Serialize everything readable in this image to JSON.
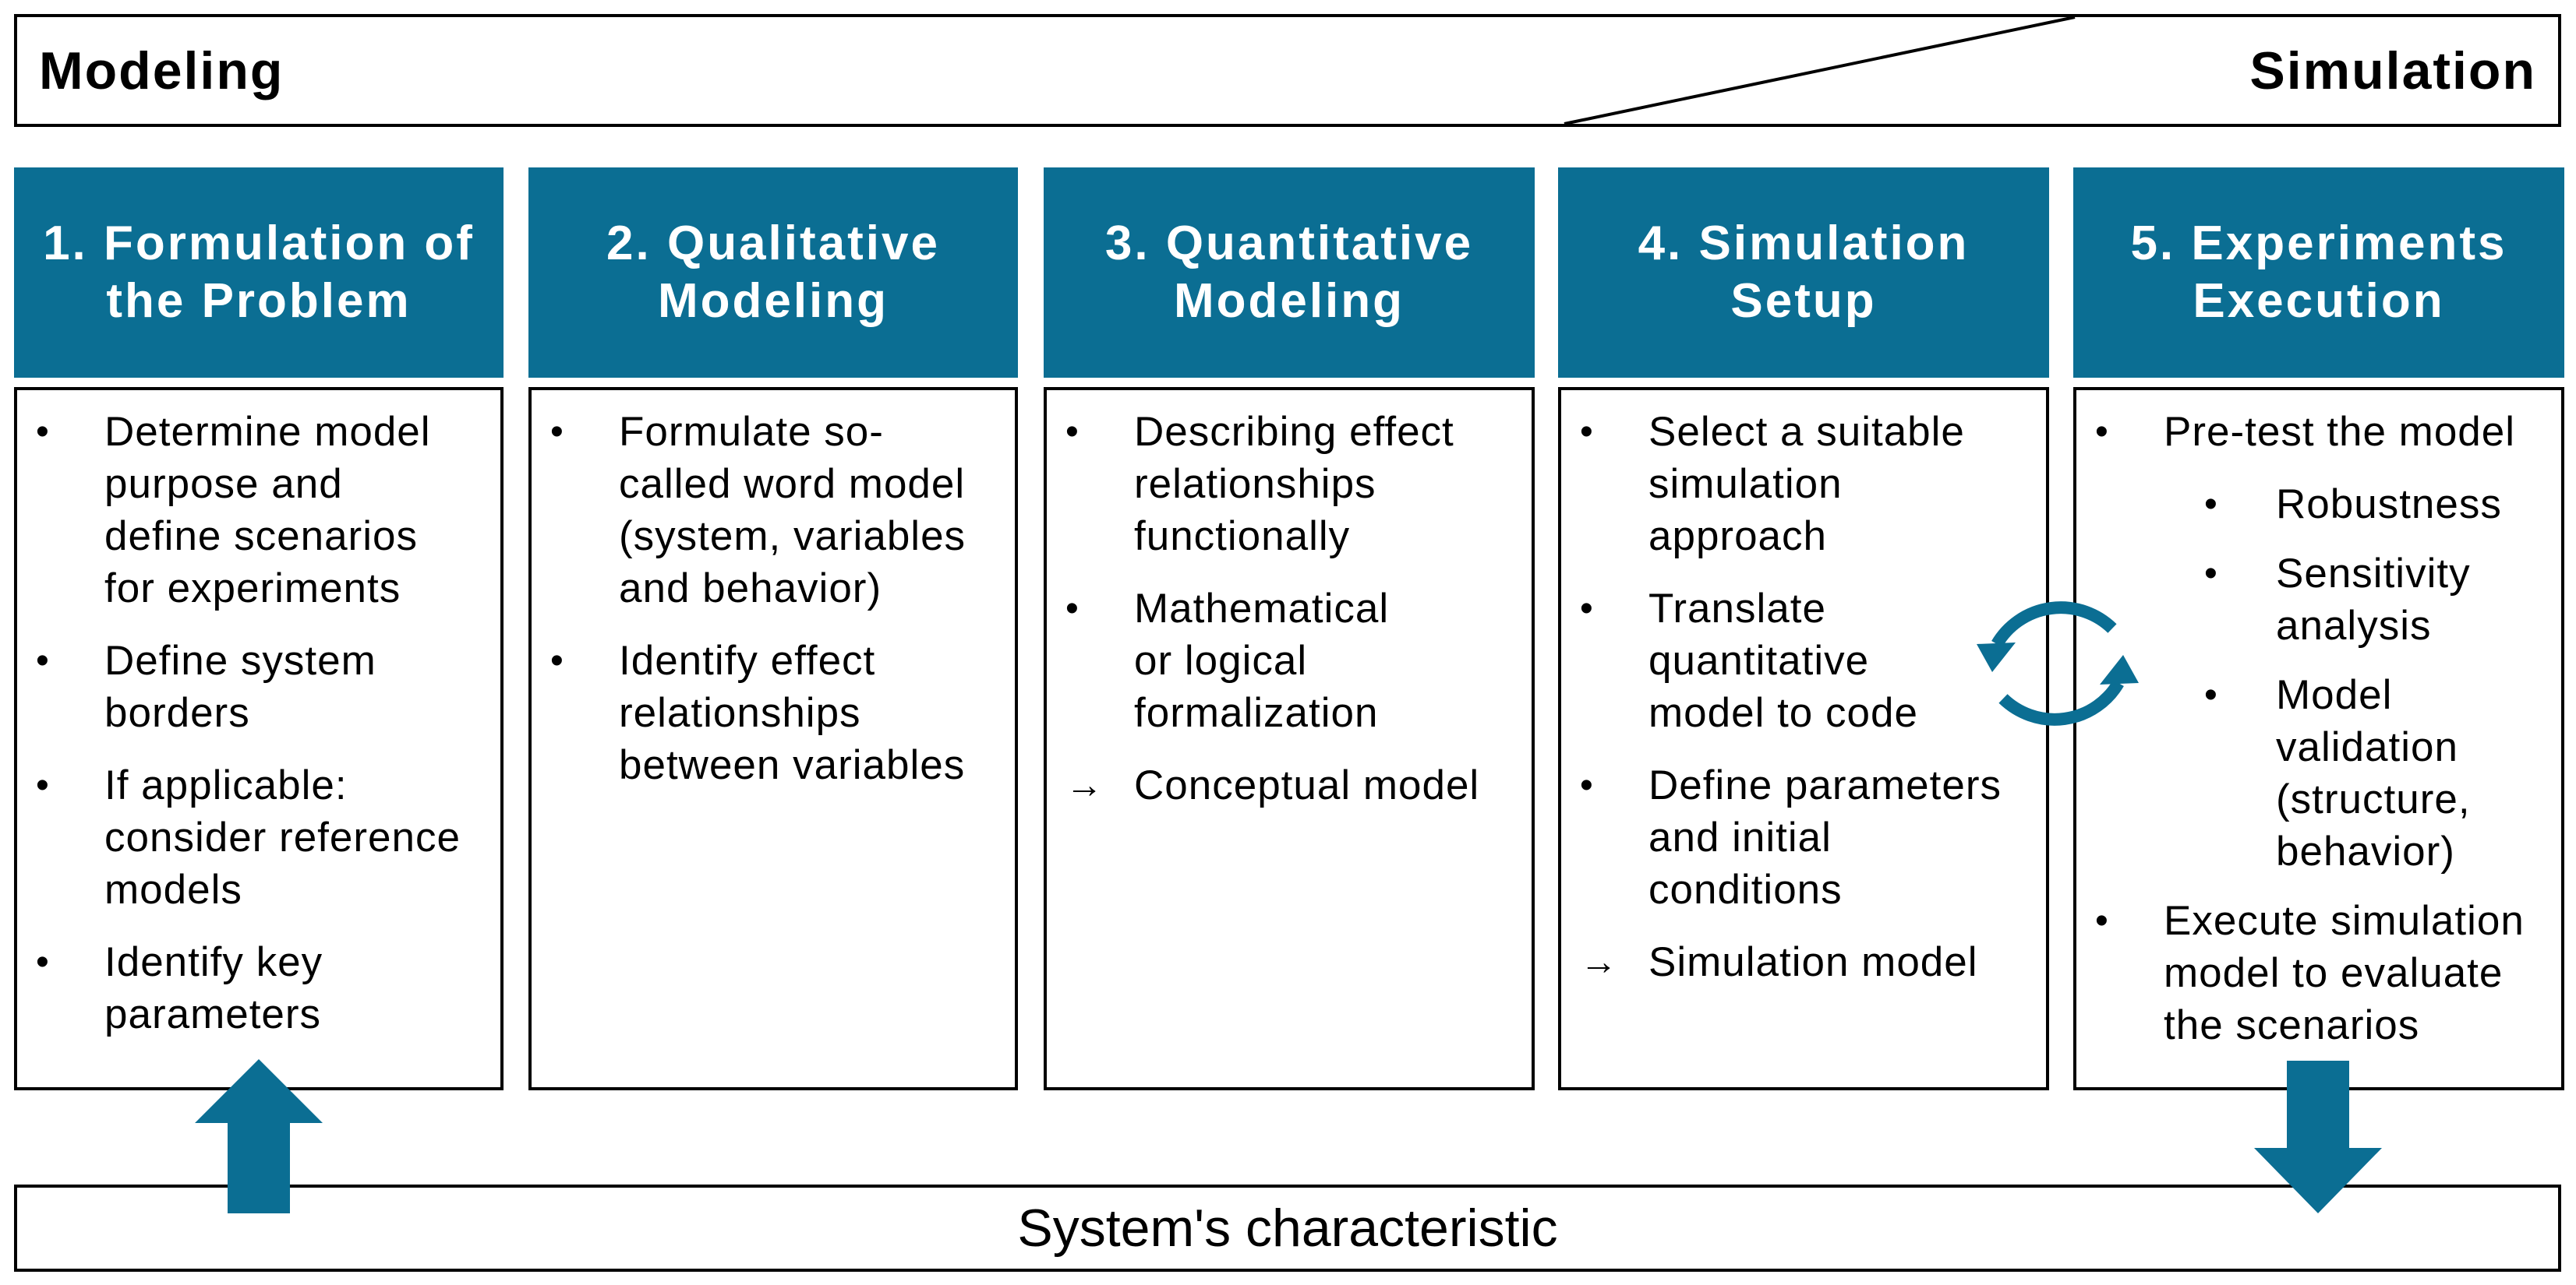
{
  "banner": {
    "left": "Modeling",
    "right": "Simulation"
  },
  "colors": {
    "header_bg": "#0b6e93",
    "arrow": "#0b6e93",
    "cycle": "#0b6e93"
  },
  "steps": [
    {
      "title": "1. Formulation of\nthe Problem",
      "items": [
        {
          "marker": "•",
          "text": "Determine model\npurpose and\ndefine scenarios\nfor experiments"
        },
        {
          "marker": "•",
          "text": "Define system\nborders"
        },
        {
          "marker": "•",
          "text": "If applicable:\nconsider reference\nmodels"
        },
        {
          "marker": "•",
          "text": "Identify key\nparameters"
        }
      ]
    },
    {
      "title": "2. Qualitative\nModeling",
      "items": [
        {
          "marker": "•",
          "text": "Formulate so-\ncalled word model\n(system, variables\nand behavior)"
        },
        {
          "marker": "•",
          "text": "Identify effect\nrelationships\nbetween variables"
        }
      ]
    },
    {
      "title": "3. Quantitative\nModeling",
      "items": [
        {
          "marker": "•",
          "text": "Describing effect\nrelationships\nfunctionally"
        },
        {
          "marker": "•",
          "text": "Mathematical\nor logical\nformalization"
        },
        {
          "marker": "→",
          "text": "Conceptual model"
        }
      ]
    },
    {
      "title": "4. Simulation\nSetup",
      "items": [
        {
          "marker": "•",
          "text": "Select a suitable\nsimulation\napproach"
        },
        {
          "marker": "•",
          "text": "Translate\nquantitative\nmodel to code"
        },
        {
          "marker": "•",
          "text": "Define parameters\nand initial\nconditions"
        },
        {
          "marker": "→",
          "text": "Simulation model"
        }
      ]
    },
    {
      "title": "5. Experiments\nExecution",
      "items": [
        {
          "marker": "•",
          "text": "Pre-test the model"
        },
        {
          "marker": "•",
          "text": "Robustness",
          "sub": true
        },
        {
          "marker": "•",
          "text": "Sensitivity\nanalysis",
          "sub": true
        },
        {
          "marker": "•",
          "text": "Model\nvalidation\n(structure,\nbehavior)",
          "sub": true
        },
        {
          "marker": "•",
          "text": "Execute simulation\nmodel to evaluate\nthe scenarios"
        }
      ]
    }
  ],
  "footer": {
    "label": "System's characteristic"
  }
}
